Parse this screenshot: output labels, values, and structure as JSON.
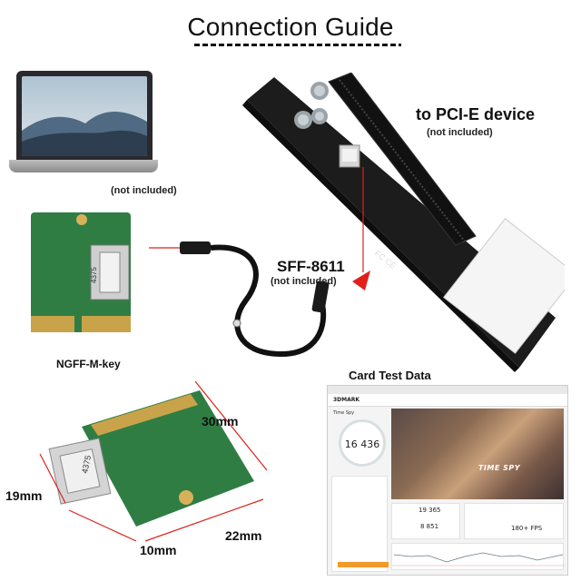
{
  "title": "Connection Guide",
  "notes": {
    "laptop_not_included": "(not included)",
    "pcie_not_included": "(not included)",
    "sff_not_included": "(not included)"
  },
  "labels": {
    "pcie_device": "to PCI-E device",
    "sff": "SFF-8611",
    "ngff": "NGFF-M-key",
    "card_test": "Card Test Data",
    "chip_marking_1": "4375",
    "chip_marking_2": "4375"
  },
  "dimensions": {
    "width_top": "30mm",
    "height_left": "19mm",
    "bottom": "22mm",
    "connector": "10mm"
  },
  "screenshot": {
    "logo": "3DMARK",
    "benchmark": "Time Spy",
    "score": "16 436",
    "hero_label": "TIME SPY",
    "graphics_score": "19 365",
    "cpu_score": "8 851",
    "fps": "180+ FPS"
  },
  "colors": {
    "board_green": "#2f7d43",
    "board_black": "#1c1c1c",
    "arrow_red": "#e0201b",
    "dim_red": "#d9251d",
    "accent_orange": "#f19a2a"
  }
}
